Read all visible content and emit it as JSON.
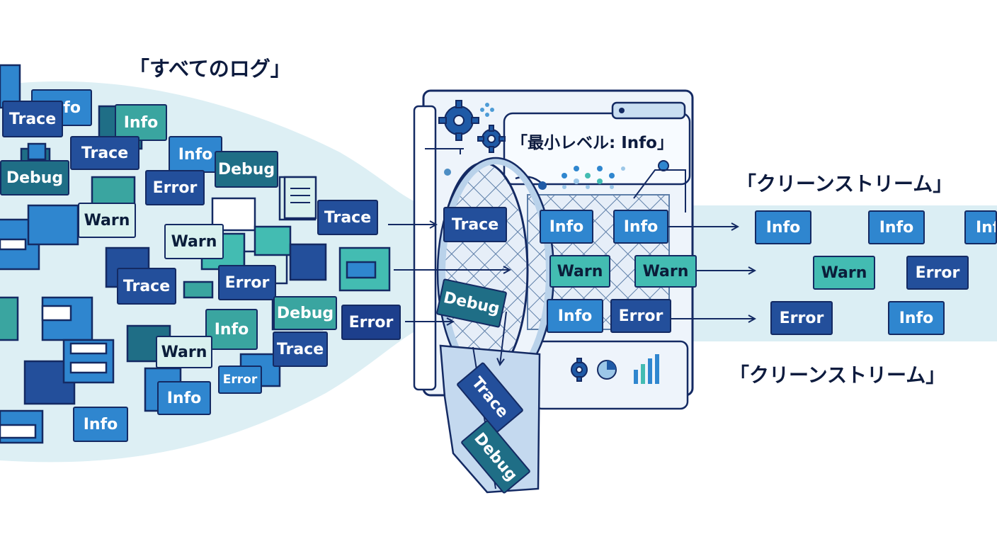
{
  "labels": {
    "all_logs": "「すべてのログ」",
    "min_level": "「最小レベル: Info」",
    "clean_stream_top": "「クリーンストリーム」",
    "clean_stream_bottom": "「クリーンストリーム」"
  },
  "levels": {
    "trace": "Trace",
    "debug": "Debug",
    "info": "Info",
    "warn": "Warn",
    "error": "Error"
  },
  "colors": {
    "outline": "#142a63",
    "trace": "#234f9b",
    "info": "#2f86cf",
    "debug": "#1f6e86",
    "warn": "#43bcb2",
    "error": "#1d3f8c",
    "stream_band": "#dbeff3"
  }
}
